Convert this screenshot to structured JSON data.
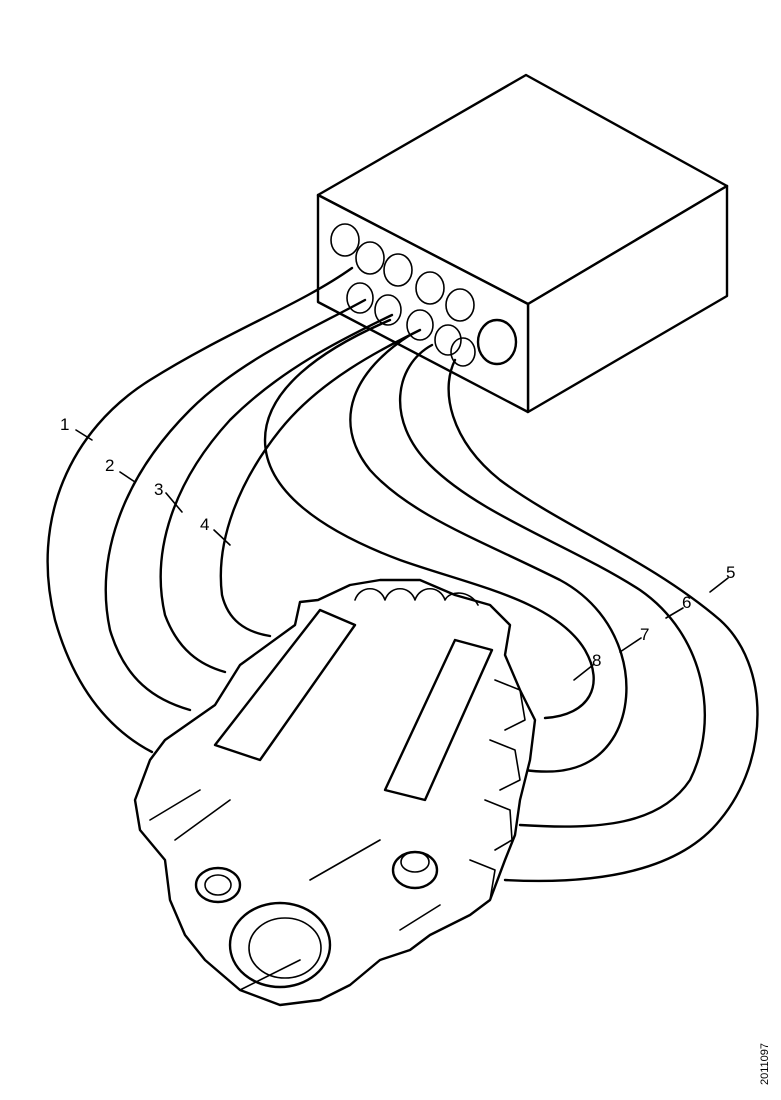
{
  "labels": {
    "cable_1": "1",
    "cable_2": "2",
    "cable_3": "3",
    "cable_4": "4",
    "cable_5": "5",
    "cable_6": "6",
    "cable_7": "7",
    "cable_8": "8"
  },
  "reference_code": "2011097",
  "colors": {
    "line": "#000000",
    "background": "#ffffff"
  }
}
